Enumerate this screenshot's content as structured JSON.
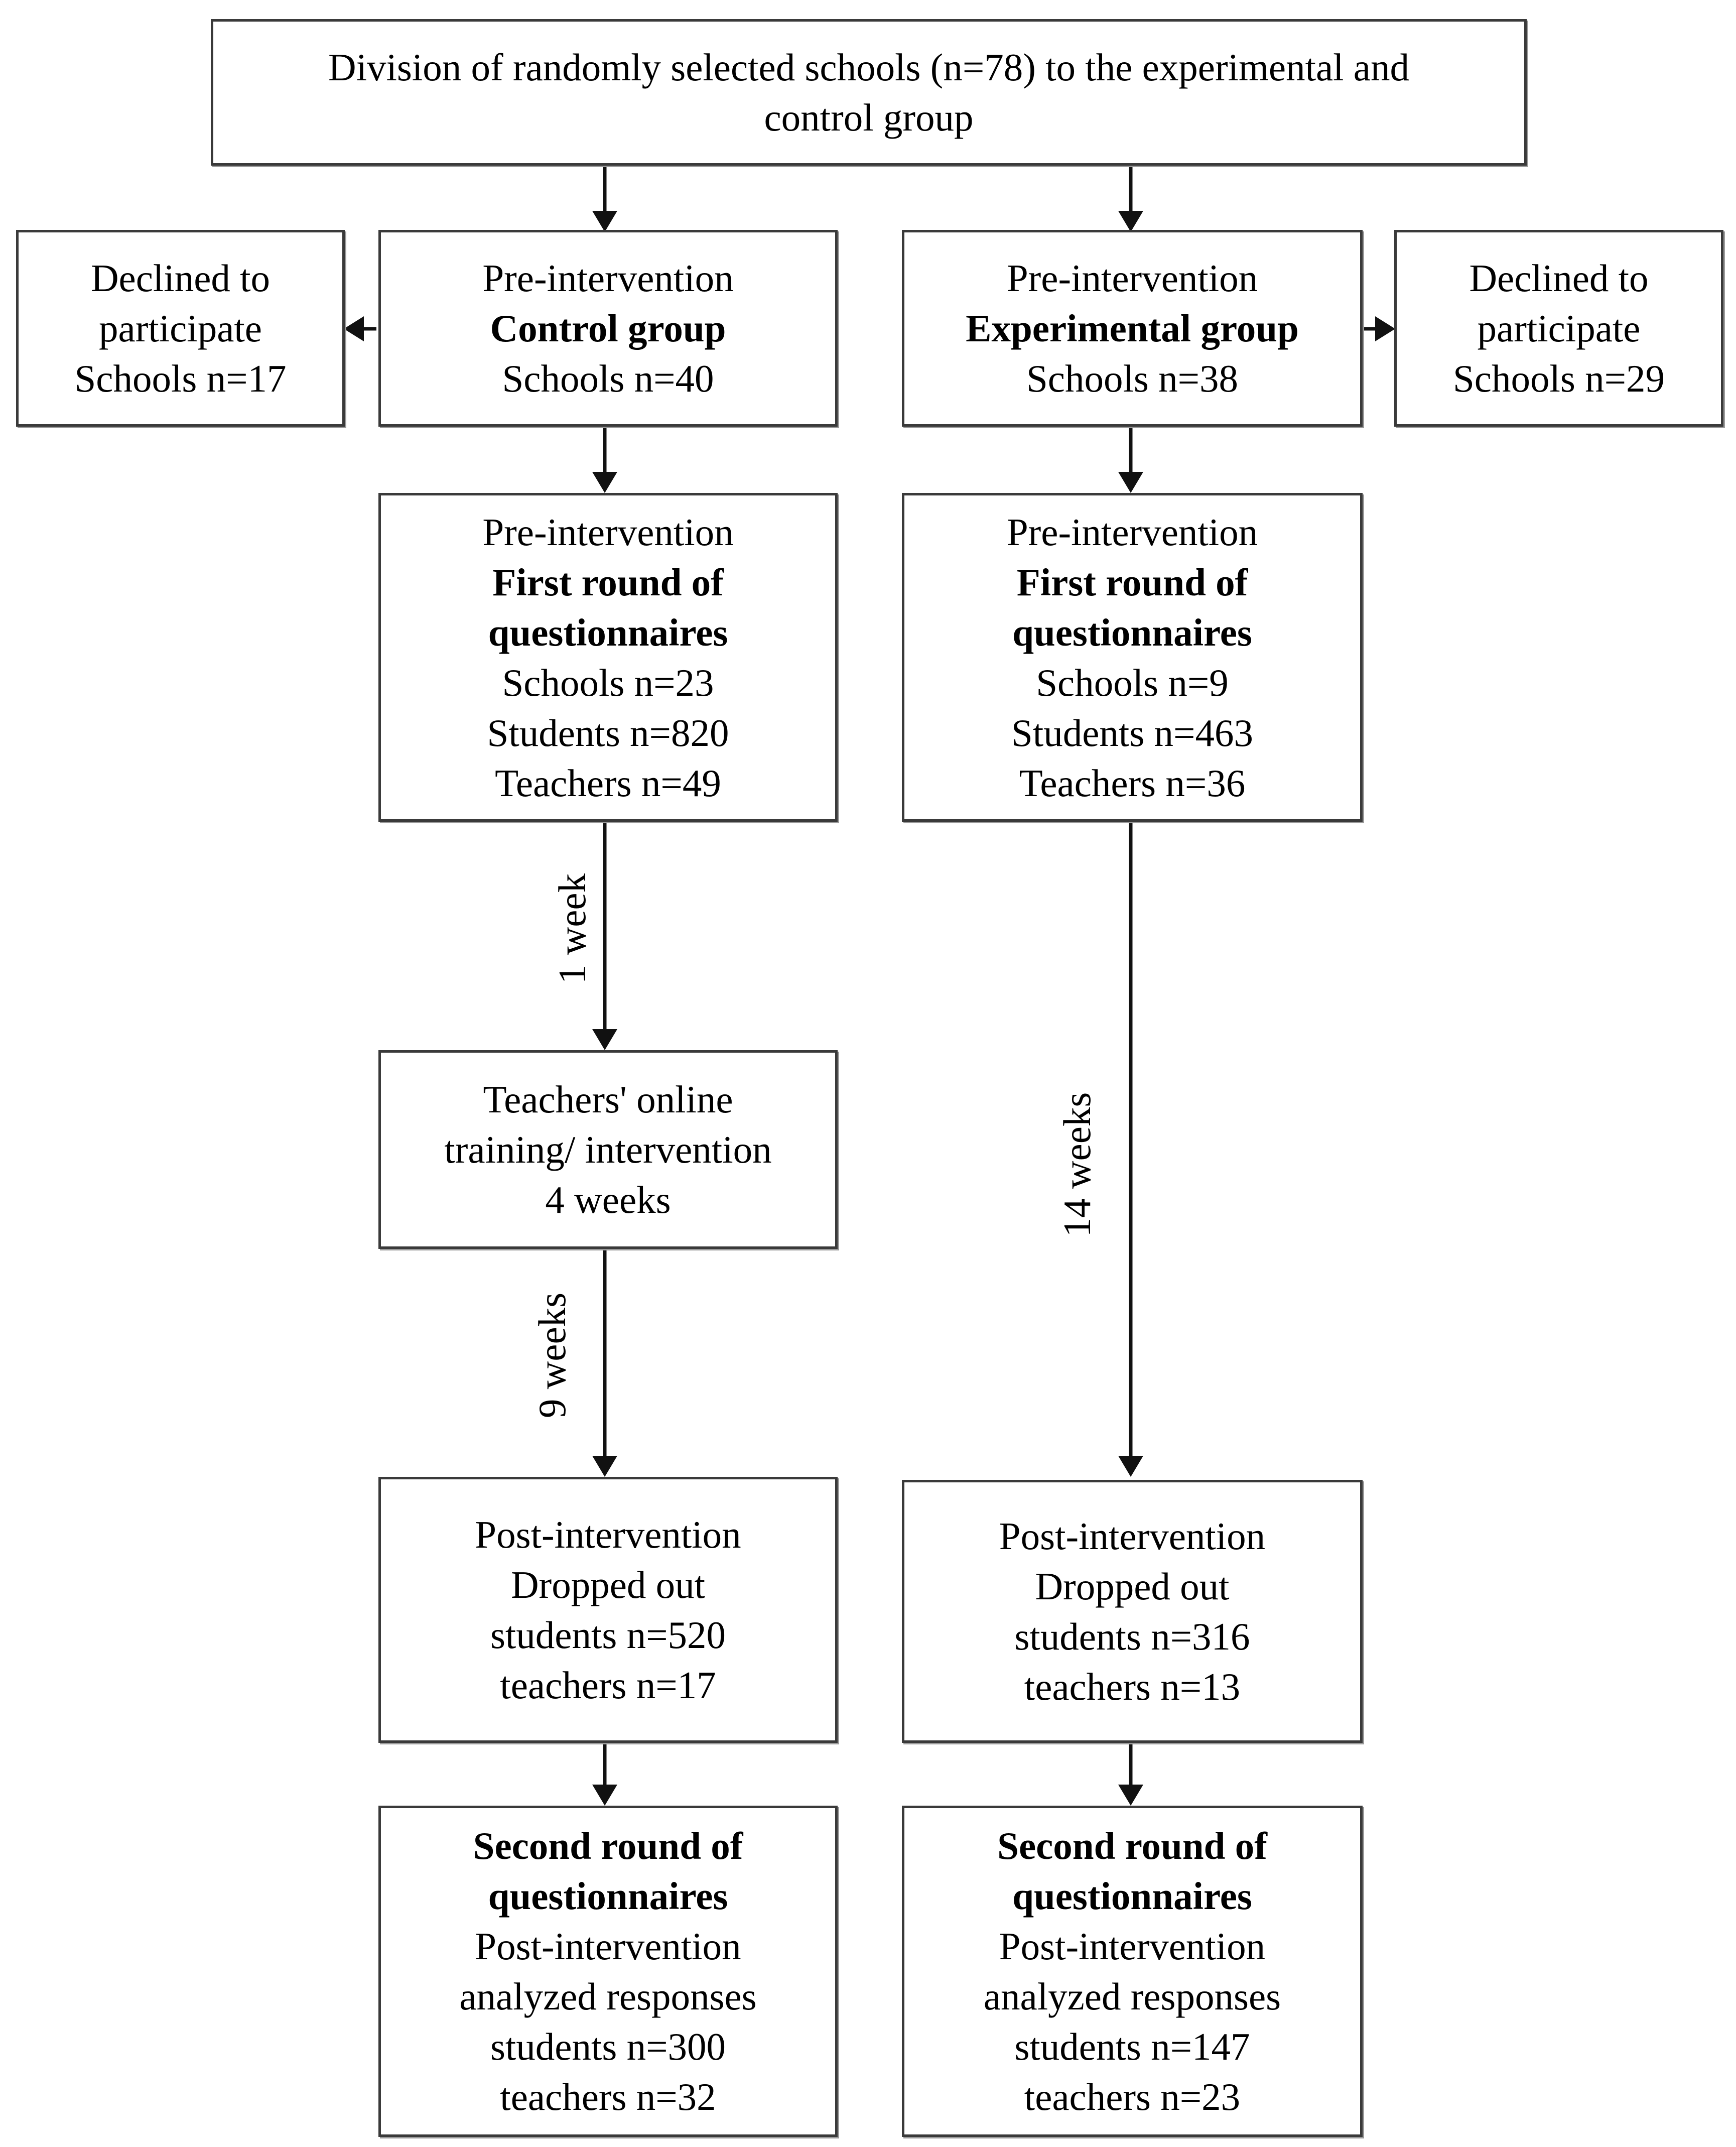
{
  "top": {
    "line1": "Division of randomly selected schools (n=78) to the experimental and",
    "line2": "control group"
  },
  "declined_left": {
    "l1": "Declined to",
    "l2": "participate",
    "l3": "Schools n=17"
  },
  "declined_right": {
    "l1": "Declined to",
    "l2": "participate",
    "l3": "Schools n=29"
  },
  "control_pre": {
    "l1": "Pre-intervention",
    "l2": "Control group",
    "l3": "Schools n=40"
  },
  "experimental_pre": {
    "l1": "Pre-intervention",
    "l2": "Experimental group",
    "l3": "Schools n=38"
  },
  "control_first": {
    "l1": "Pre-intervention",
    "l2": "First round of",
    "l3": "questionnaires",
    "l4": "Schools n=23",
    "l5": "Students n=820",
    "l6": "Teachers n=49"
  },
  "experimental_first": {
    "l1": "Pre-intervention",
    "l2": "First round of",
    "l3": "questionnaires",
    "l4": "Schools n=9",
    "l5": "Students n=463",
    "l6": "Teachers n=36"
  },
  "training": {
    "l1": "Teachers' online",
    "l2": "training/ intervention",
    "l3": "4 weeks"
  },
  "control_post": {
    "l1": "Post-intervention",
    "l2": "Dropped out",
    "l3": "students n=520",
    "l4": "teachers n=17"
  },
  "experimental_post": {
    "l1": "Post-intervention",
    "l2": "Dropped out",
    "l3": "students n=316",
    "l4": "teachers n=13"
  },
  "control_second": {
    "l1": "Second round of",
    "l2": "questionnaires",
    "l3": "Post-intervention",
    "l4": "analyzed responses",
    "l5": "students n=300",
    "l6": "teachers n=32"
  },
  "experimental_second": {
    "l1": "Second round of",
    "l2": "questionnaires",
    "l3": "Post-intervention",
    "l4": "analyzed responses",
    "l5": "students n=147",
    "l6": "teachers n=23"
  },
  "labels": {
    "one_week": "1 week",
    "nine_weeks": "9 weeks",
    "fourteen_weeks": "14 weeks"
  }
}
